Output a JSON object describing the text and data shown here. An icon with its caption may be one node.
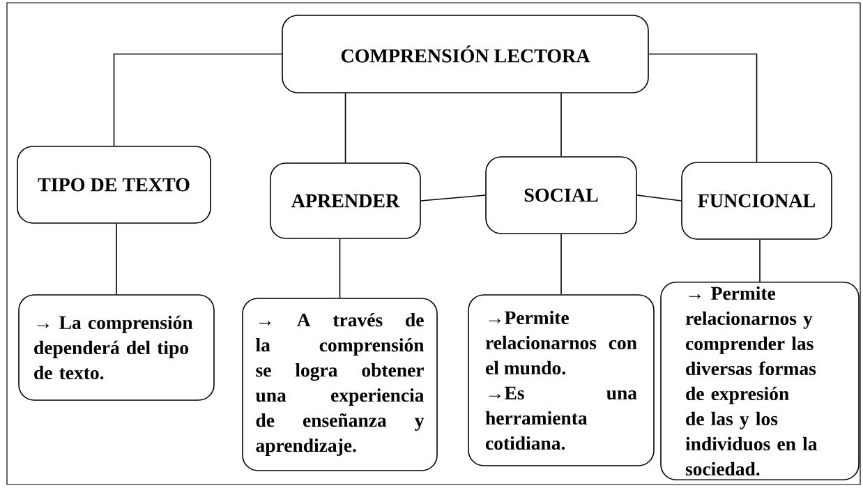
{
  "diagram": {
    "nodes": [
      {
        "text": [
          "COMPRENSIÓN LECTORA"
        ]
      },
      {
        "text": [
          "TIPO DE TEXTO"
        ]
      },
      {
        "text": [
          "APRENDER"
        ]
      },
      {
        "text": [
          "SOCIAL"
        ]
      },
      {
        "text": [
          "FUNCIONAL"
        ]
      },
      {
        "text": [
          "→ La comprensión dependerá del tipo de texto."
        ]
      },
      {
        "text": [
          "→ A través de la comprensión se logra obtener una experiencia de enseñanza y aprendizaje."
        ]
      },
      {
        "text": [
          "→Permite relacionarnos con el mundo.",
          "→Es una herramienta cotidiana."
        ]
      },
      {
        "text": [
          "→ Permite relacionarnos y comprender las diversas formas de expresión de las y los individuos en la sociedad."
        ]
      }
    ],
    "edges": [
      {
        "from": 0,
        "to": 1,
        "arrow": "none"
      },
      {
        "from": 0,
        "to": 2,
        "arrow": "none"
      },
      {
        "from": 0,
        "to": 3,
        "arrow": "none"
      },
      {
        "from": 0,
        "to": 4,
        "arrow": "none"
      },
      {
        "from": 2,
        "to": 3,
        "arrow": "none"
      },
      {
        "from": 3,
        "to": 4,
        "arrow": "none"
      },
      {
        "from": 1,
        "to": 5,
        "arrow": "none"
      },
      {
        "from": 2,
        "to": 6,
        "arrow": "none"
      },
      {
        "from": 3,
        "to": 7,
        "arrow": "none"
      },
      {
        "from": 4,
        "to": 8,
        "arrow": "none"
      }
    ]
  }
}
